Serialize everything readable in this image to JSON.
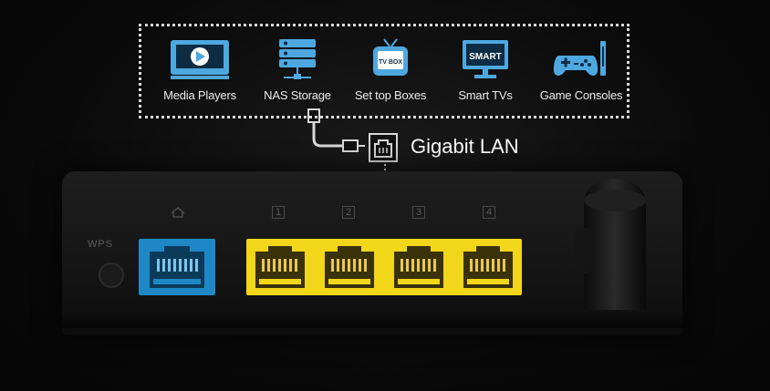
{
  "devices": [
    {
      "label": "Media Players",
      "icon": "media-player-icon"
    },
    {
      "label": "NAS Storage",
      "icon": "nas-storage-icon"
    },
    {
      "label": "Set top Boxes",
      "icon": "set-top-box-icon",
      "icon_text": "TV BOX"
    },
    {
      "label": "Smart TVs",
      "icon": "smart-tv-icon",
      "icon_text": "SMART"
    },
    {
      "label": "Game Consoles",
      "icon": "game-console-icon"
    }
  ],
  "lan": {
    "label": "Gigabit LAN",
    "icon": "lan-port-icon"
  },
  "router": {
    "wps_label": "WPS",
    "port_labels": [
      "1",
      "2",
      "3",
      "4"
    ]
  },
  "colors": {
    "icon_blue": "#4ea8e0",
    "wan_port": "#1e88c7",
    "lan_ports": "#f2d61a",
    "background": "#0a0a0a"
  }
}
